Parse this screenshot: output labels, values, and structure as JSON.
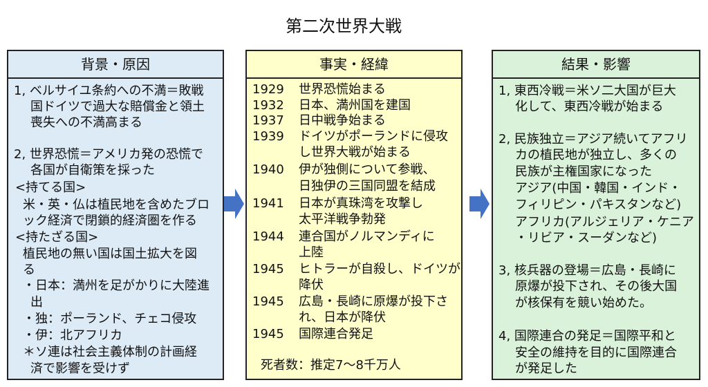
{
  "title": "第二次世界大戦",
  "colors": {
    "background_box": "#ddebf7",
    "events_box": "#ffffcc",
    "results_box": "#d9f2d9",
    "arrow": "#4472c4"
  },
  "background": {
    "heading": "背景・原因",
    "lines": [
      "1, ベルサイユ条約への不満＝敗戦",
      "国ドイツで過大な賠償金と領土",
      "喪失への不満高まる",
      "2, 世界恐慌＝アメリカ発の恐慌で",
      "各国が自衛策を採った",
      "<持てる国>",
      "米・英・仏は植民地を含めたブロ",
      "ック経済で閉鎖的経済圏を作る",
      "<持たざる国>",
      "植民地の無い国は国土拡大を図",
      "る",
      "・日本：満州を足がかりに大陸進",
      "出",
      "・独：ポーランド、チェコ侵攻",
      "・伊：北アフリカ",
      "＊ソ連は社会主義体制の計画経",
      "済で影響を受けず"
    ]
  },
  "events": {
    "heading": "事実・経緯",
    "entries": [
      {
        "year": "1929",
        "lines": [
          "世界恐慌始まる"
        ]
      },
      {
        "year": "1932",
        "lines": [
          "日本、満州国を建国"
        ]
      },
      {
        "year": "1937",
        "lines": [
          "日中戦争始まる"
        ]
      },
      {
        "year": "1939",
        "lines": [
          "ドイツがポーランドに侵攻",
          "し世界大戦が始まる"
        ]
      },
      {
        "year": "1940",
        "lines": [
          "伊が独側について参戦、",
          "日独伊の三国同盟を結成"
        ]
      },
      {
        "year": "1941",
        "lines": [
          "日本が真珠湾を攻撃し",
          "太平洋戦争勃発"
        ]
      },
      {
        "year": "1944",
        "lines": [
          "連合国がノルマンディに",
          "上陸"
        ]
      },
      {
        "year": "1945",
        "lines": [
          "ヒトラーが自殺し、ドイツが",
          "降伏"
        ]
      },
      {
        "year": "1945",
        "lines": [
          "広島・長崎に原爆が投下さ",
          "れ、日本が降伏"
        ]
      },
      {
        "year": "1945",
        "lines": [
          "国際連合発足"
        ]
      }
    ],
    "casualties": "死者数：推定7～8千万人"
  },
  "results": {
    "heading": "結果・影響",
    "lines": [
      "1, 東西冷戦＝米ソ二大国が巨大",
      "化して、東西冷戦が始まる",
      "2, 民族独立＝アジア続いてアフリ",
      "カの植民地が独立し、多くの",
      "民族が主権国家になった",
      "アジア(中国・韓国・インド・",
      "フィリピン・パキスタンなど)",
      "アフリカ(アルジェリア・ケニア",
      "・リビア・スーダンなど)",
      "3, 核兵器の登場＝広島・長崎に",
      "原爆が投下され、その後大国",
      "が核保有を競い始めた。",
      "4, 国際連合の発足＝国際平和と",
      "安全の維持を目的に国際連合",
      "が発足した"
    ]
  }
}
